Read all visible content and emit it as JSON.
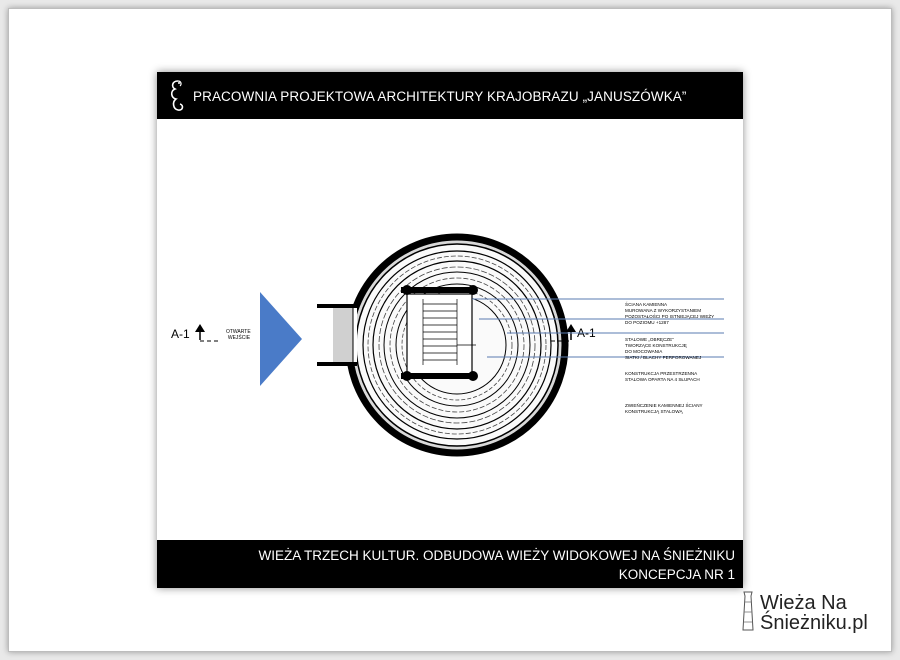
{
  "header": {
    "title": "PRACOWNIA PROJEKTOWA ARCHITEKTURY KRAJOBRAZU „JANUSZÓWKA”"
  },
  "footer": {
    "line1": "WIEŻA TRZECH KULTUR. ODBUDOWA WIEŻY WIDOKOWEJ NA ŚNIEŻNIKU",
    "line2": "KONCEPCJA NR 1"
  },
  "plan": {
    "section_left": "A-1",
    "section_right": "A-1",
    "entrance": [
      "OTWARTE",
      "WEJŚCIE"
    ],
    "annotations": [
      [
        "ŚCIANA KAMIENNA",
        "MUROWANA Z WYKORZYSTANIEM",
        "POZOSTAŁOŚCI PO ISTNIEJĄCEJ WIEŻY",
        "DO POZIOMU +1287"
      ],
      [
        "STALOWE „OBRĘCZE”",
        "TWORZĄCE KONSTRUKCJĘ",
        "DO MOCOWANIA",
        "SIATKI / BLACHY PERFOROWANEJ"
      ],
      [
        "KONSTRUKCJA PRZESTRZENNA",
        "STALOWA OPARTA NA 4 SŁUPACH"
      ],
      [
        "ZWIEŃCZENIE KAMIENNEJ ŚCIANY",
        "KONSTRUKCJĄ STALOWĄ"
      ]
    ]
  },
  "watermark": {
    "line1": "Wieża Na",
    "line2": "Śnieżniku.pl"
  },
  "colors": {
    "leader_lines": "#5a7bb0",
    "entrance_arrow": "#4a7bc8"
  }
}
